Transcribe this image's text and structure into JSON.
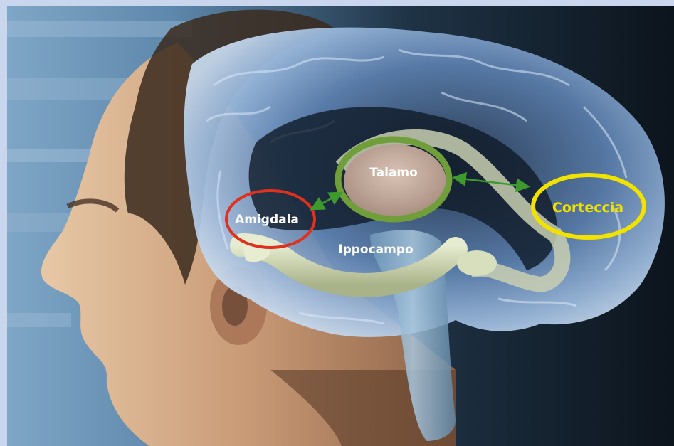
{
  "labels": {
    "talamo": "Talamo",
    "amigdala": "Amigdala",
    "ippocampo": "Ippocampo",
    "corteccia": "Corteccia"
  },
  "colors": {
    "talamo_ring": "#6f9e3a",
    "amigdala_ring": "#e0301e",
    "corteccia_ring": "#f2e200",
    "corteccia_text": "#f2e200",
    "arrow": "#3e9a2e"
  }
}
